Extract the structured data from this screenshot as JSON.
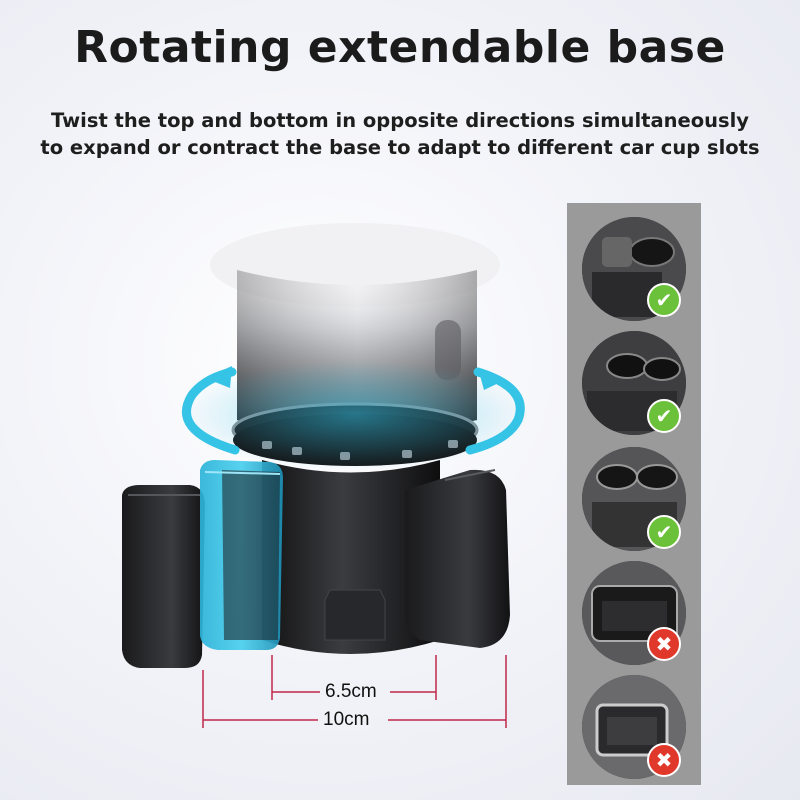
{
  "header": {
    "title": "Rotating extendable base",
    "subtitle_line1": "Twist the top and bottom in opposite directions simultaneously",
    "subtitle_line2": "to expand or contract the base to adapt to different car cup slots"
  },
  "dimensions": {
    "inner": "6.5cm",
    "outer": "10cm",
    "line_color": "#c0284a"
  },
  "accent_color": "#35c3e6",
  "compatibility": [
    {
      "status": "compatible",
      "icon": "check-icon",
      "glyph": "✔"
    },
    {
      "status": "compatible",
      "icon": "check-icon",
      "glyph": "✔"
    },
    {
      "status": "compatible",
      "icon": "check-icon",
      "glyph": "✔"
    },
    {
      "status": "incompatible",
      "icon": "cross-icon",
      "glyph": "✖"
    },
    {
      "status": "incompatible",
      "icon": "cross-icon",
      "glyph": "✖"
    }
  ]
}
